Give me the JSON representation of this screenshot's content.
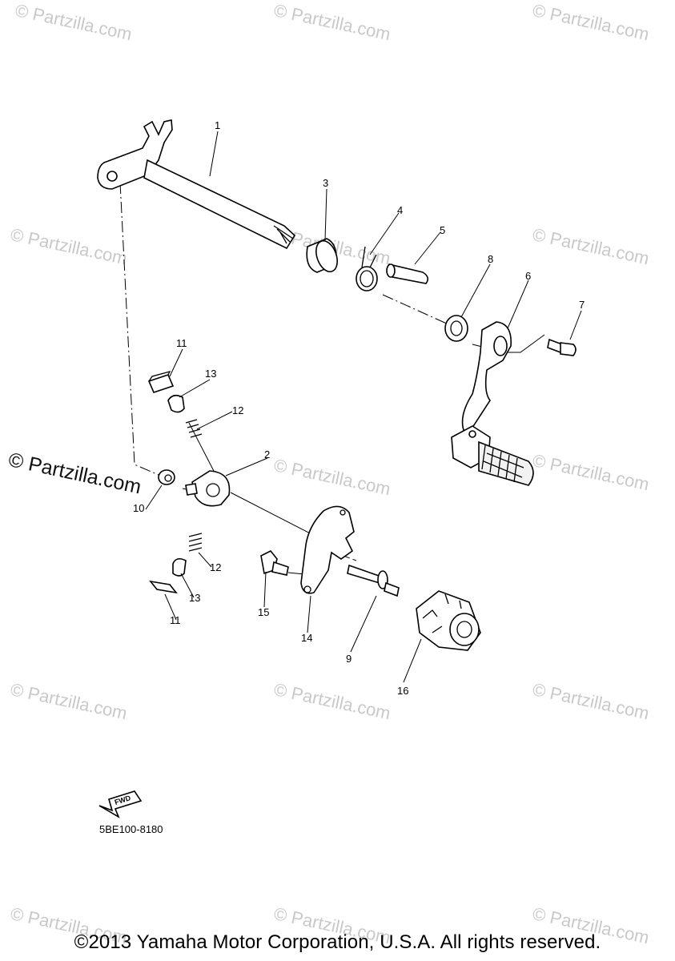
{
  "watermark": {
    "text": "© Partzilla.com",
    "prominent_text": "© Partzilla.com"
  },
  "callouts": {
    "c1": "1",
    "c2": "2",
    "c3": "3",
    "c4": "4",
    "c5": "5",
    "c6": "6",
    "c7": "7",
    "c8": "8",
    "c9": "9",
    "c10": "10",
    "c11a": "11",
    "c11b": "11",
    "c12a": "12",
    "c12b": "12",
    "c13a": "13",
    "c13b": "13",
    "c14": "14",
    "c15": "15",
    "c16": "16"
  },
  "fwd_label": "FWD",
  "part_number": "5BE100-8180",
  "copyright": "©2013 Yamaha Motor Corporation, U.S.A. All rights reserved."
}
